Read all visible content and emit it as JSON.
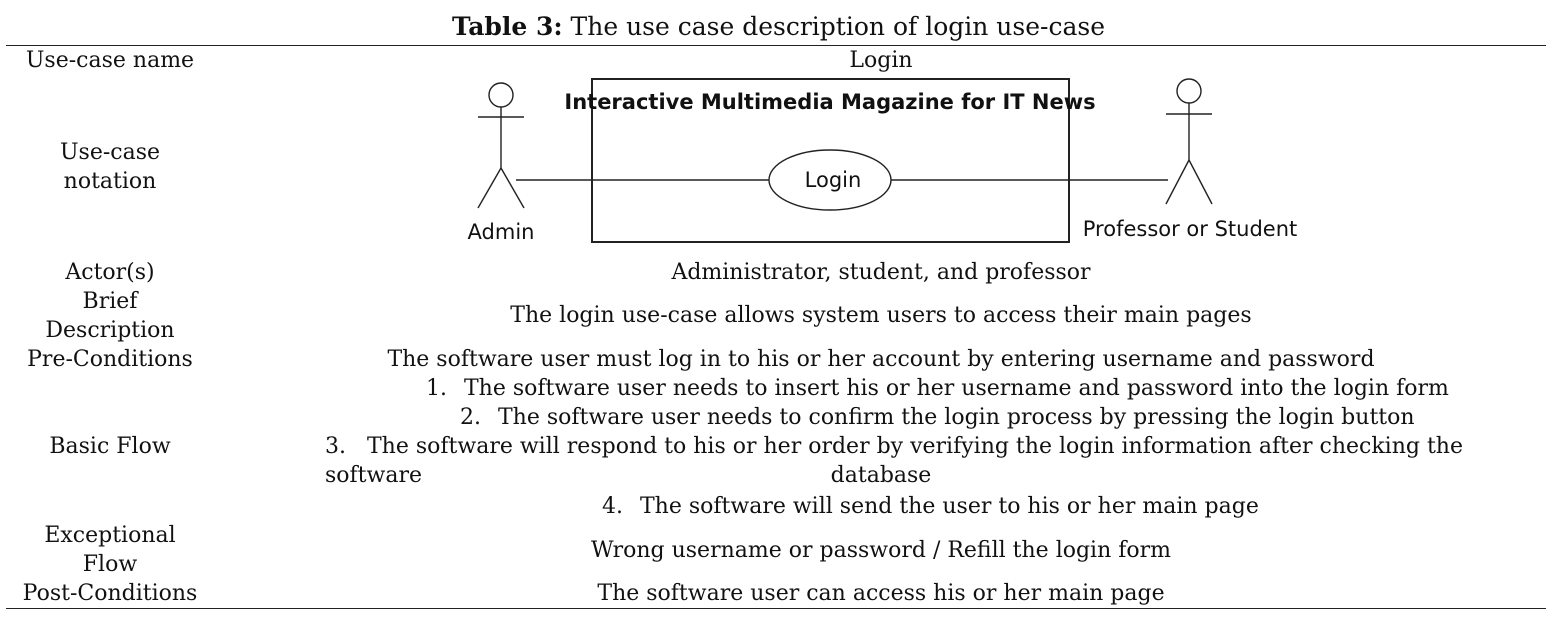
{
  "caption": {
    "label": "Table 3:",
    "text": " The use case description of login use-case"
  },
  "rows": {
    "name": {
      "label": "Use-case name",
      "value": "Login"
    },
    "notation": {
      "label_line1": "Use-case",
      "label_line2": "notation"
    },
    "actors": {
      "label": "Actor(s)",
      "value": "Administrator, student, and professor"
    },
    "brief": {
      "label_line1": "Brief",
      "label_line2": "Description",
      "value": "The login use-case allows system users to access their main pages"
    },
    "pre": {
      "label": "Pre-Conditions",
      "value": "The software user must log in to his or her account by entering username and password"
    },
    "basic": {
      "label": "Basic Flow",
      "steps": [
        {
          "num": "1.",
          "text": "The software user needs to insert his or her username and password into the login form"
        },
        {
          "num": "2.",
          "text": "The software user needs to confirm the login process by pressing the login button"
        },
        {
          "num": "3.",
          "text": "The software will respond to his or her order by verifying the login information after checking the software",
          "cont": "database"
        },
        {
          "num": "4.",
          "text": "The software will send the user to his or her main page"
        }
      ]
    },
    "exceptional": {
      "label_line1": "Exceptional",
      "label_line2": "Flow",
      "value": "Wrong username or password / Refill the login form"
    },
    "post": {
      "label": "Post-Conditions",
      "value": "The software user can access his or her main page"
    }
  },
  "diagram": {
    "system_title": "Interactive Multimedia Magazine for IT News",
    "use_case": "Login",
    "actor_left": "Admin",
    "actor_right": "Professor or Student"
  }
}
